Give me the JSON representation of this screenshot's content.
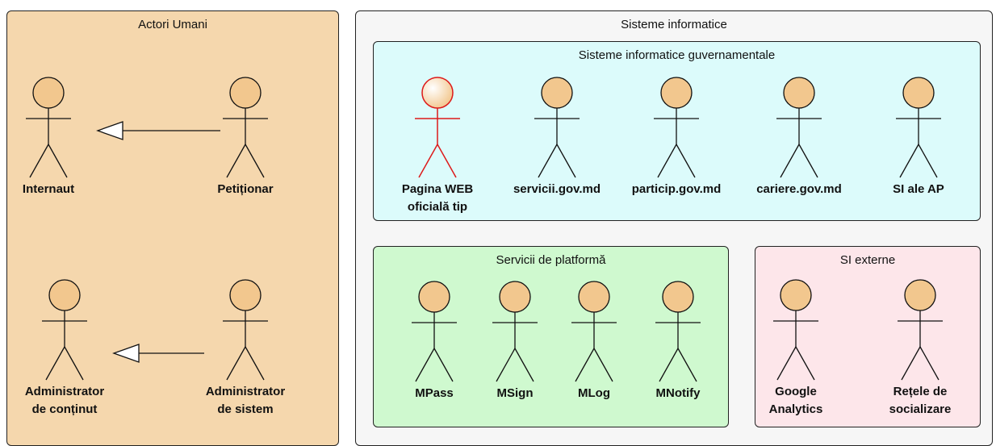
{
  "colors": {
    "human_panel": "#f5d7ad",
    "systems_panel": "#f6f6f6",
    "gov_panel": "#dcfbfb",
    "platform_panel": "#cff9cf",
    "external_panel": "#fde6ea",
    "actor_head": "#f2c78e",
    "highlight_actor": "#dd1a1a"
  },
  "human_actors": {
    "title": "Actori Umani",
    "actors": [
      {
        "line1": "Internaut",
        "line2": ""
      },
      {
        "line1": "Petiționar",
        "line2": ""
      },
      {
        "line1": "Administrator",
        "line2": "de conținut"
      },
      {
        "line1": "Administrator",
        "line2": "de sistem"
      }
    ]
  },
  "systems": {
    "title": "Sisteme informatice",
    "gov": {
      "title": "Sisteme informatice guvernamentale",
      "actors": [
        {
          "line1": "Pagina WEB",
          "line2": "oficială tip",
          "highlight": true
        },
        {
          "line1": "servicii.gov.md",
          "line2": ""
        },
        {
          "line1": "particip.gov.md",
          "line2": ""
        },
        {
          "line1": "cariere.gov.md",
          "line2": ""
        },
        {
          "line1": "SI ale AP",
          "line2": ""
        }
      ]
    },
    "platform": {
      "title": "Servicii de platformă",
      "actors": [
        {
          "line1": "MPass",
          "line2": ""
        },
        {
          "line1": "MSign",
          "line2": ""
        },
        {
          "line1": "MLog",
          "line2": ""
        },
        {
          "line1": "MNotify",
          "line2": ""
        }
      ]
    },
    "external": {
      "title": "SI externe",
      "actors": [
        {
          "line1": "Google",
          "line2": "Analytics"
        },
        {
          "line1": "Rețele de",
          "line2": "socializare"
        }
      ]
    }
  }
}
